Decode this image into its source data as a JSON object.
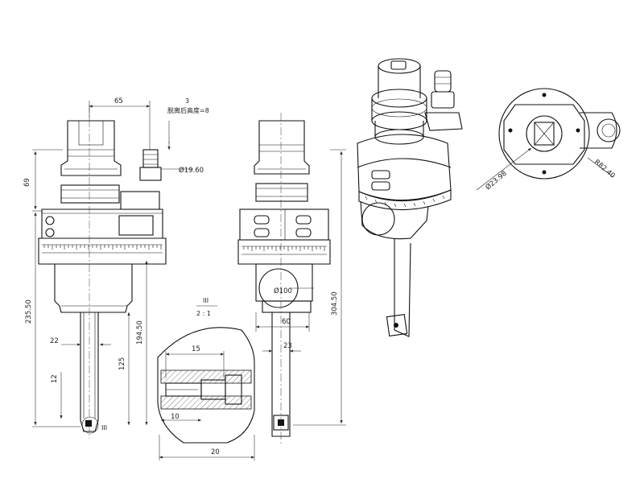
{
  "drawing": {
    "dims": {
      "w65": "65",
      "note_num": "3",
      "note_text": "脱离后高度=8",
      "h69": "69",
      "d19": "Ø19.60",
      "h235": "235.50",
      "w22": "22",
      "h12": "12",
      "h125": "125",
      "h194": "194.50",
      "mark_iii": "III",
      "d100": "Ø100",
      "w60": "60",
      "w23": "23",
      "h304": "304.50",
      "d23": "Ø23.98",
      "r82": "R82.40"
    },
    "detail": {
      "label": "III",
      "scale": "2 : 1",
      "w15": "15",
      "w10": "10",
      "w20": "20"
    }
  }
}
